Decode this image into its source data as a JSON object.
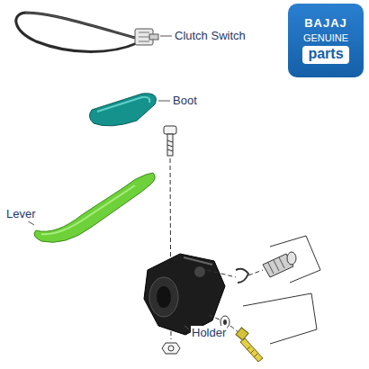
{
  "diagram": {
    "nodes": [
      {
        "text": [
          "BAJAJ",
          "GENUINE",
          "parts"
        ]
      }
    ],
    "labels": [
      "Clutch Switch",
      "Boot",
      "Lever",
      "Holder"
    ]
  }
}
